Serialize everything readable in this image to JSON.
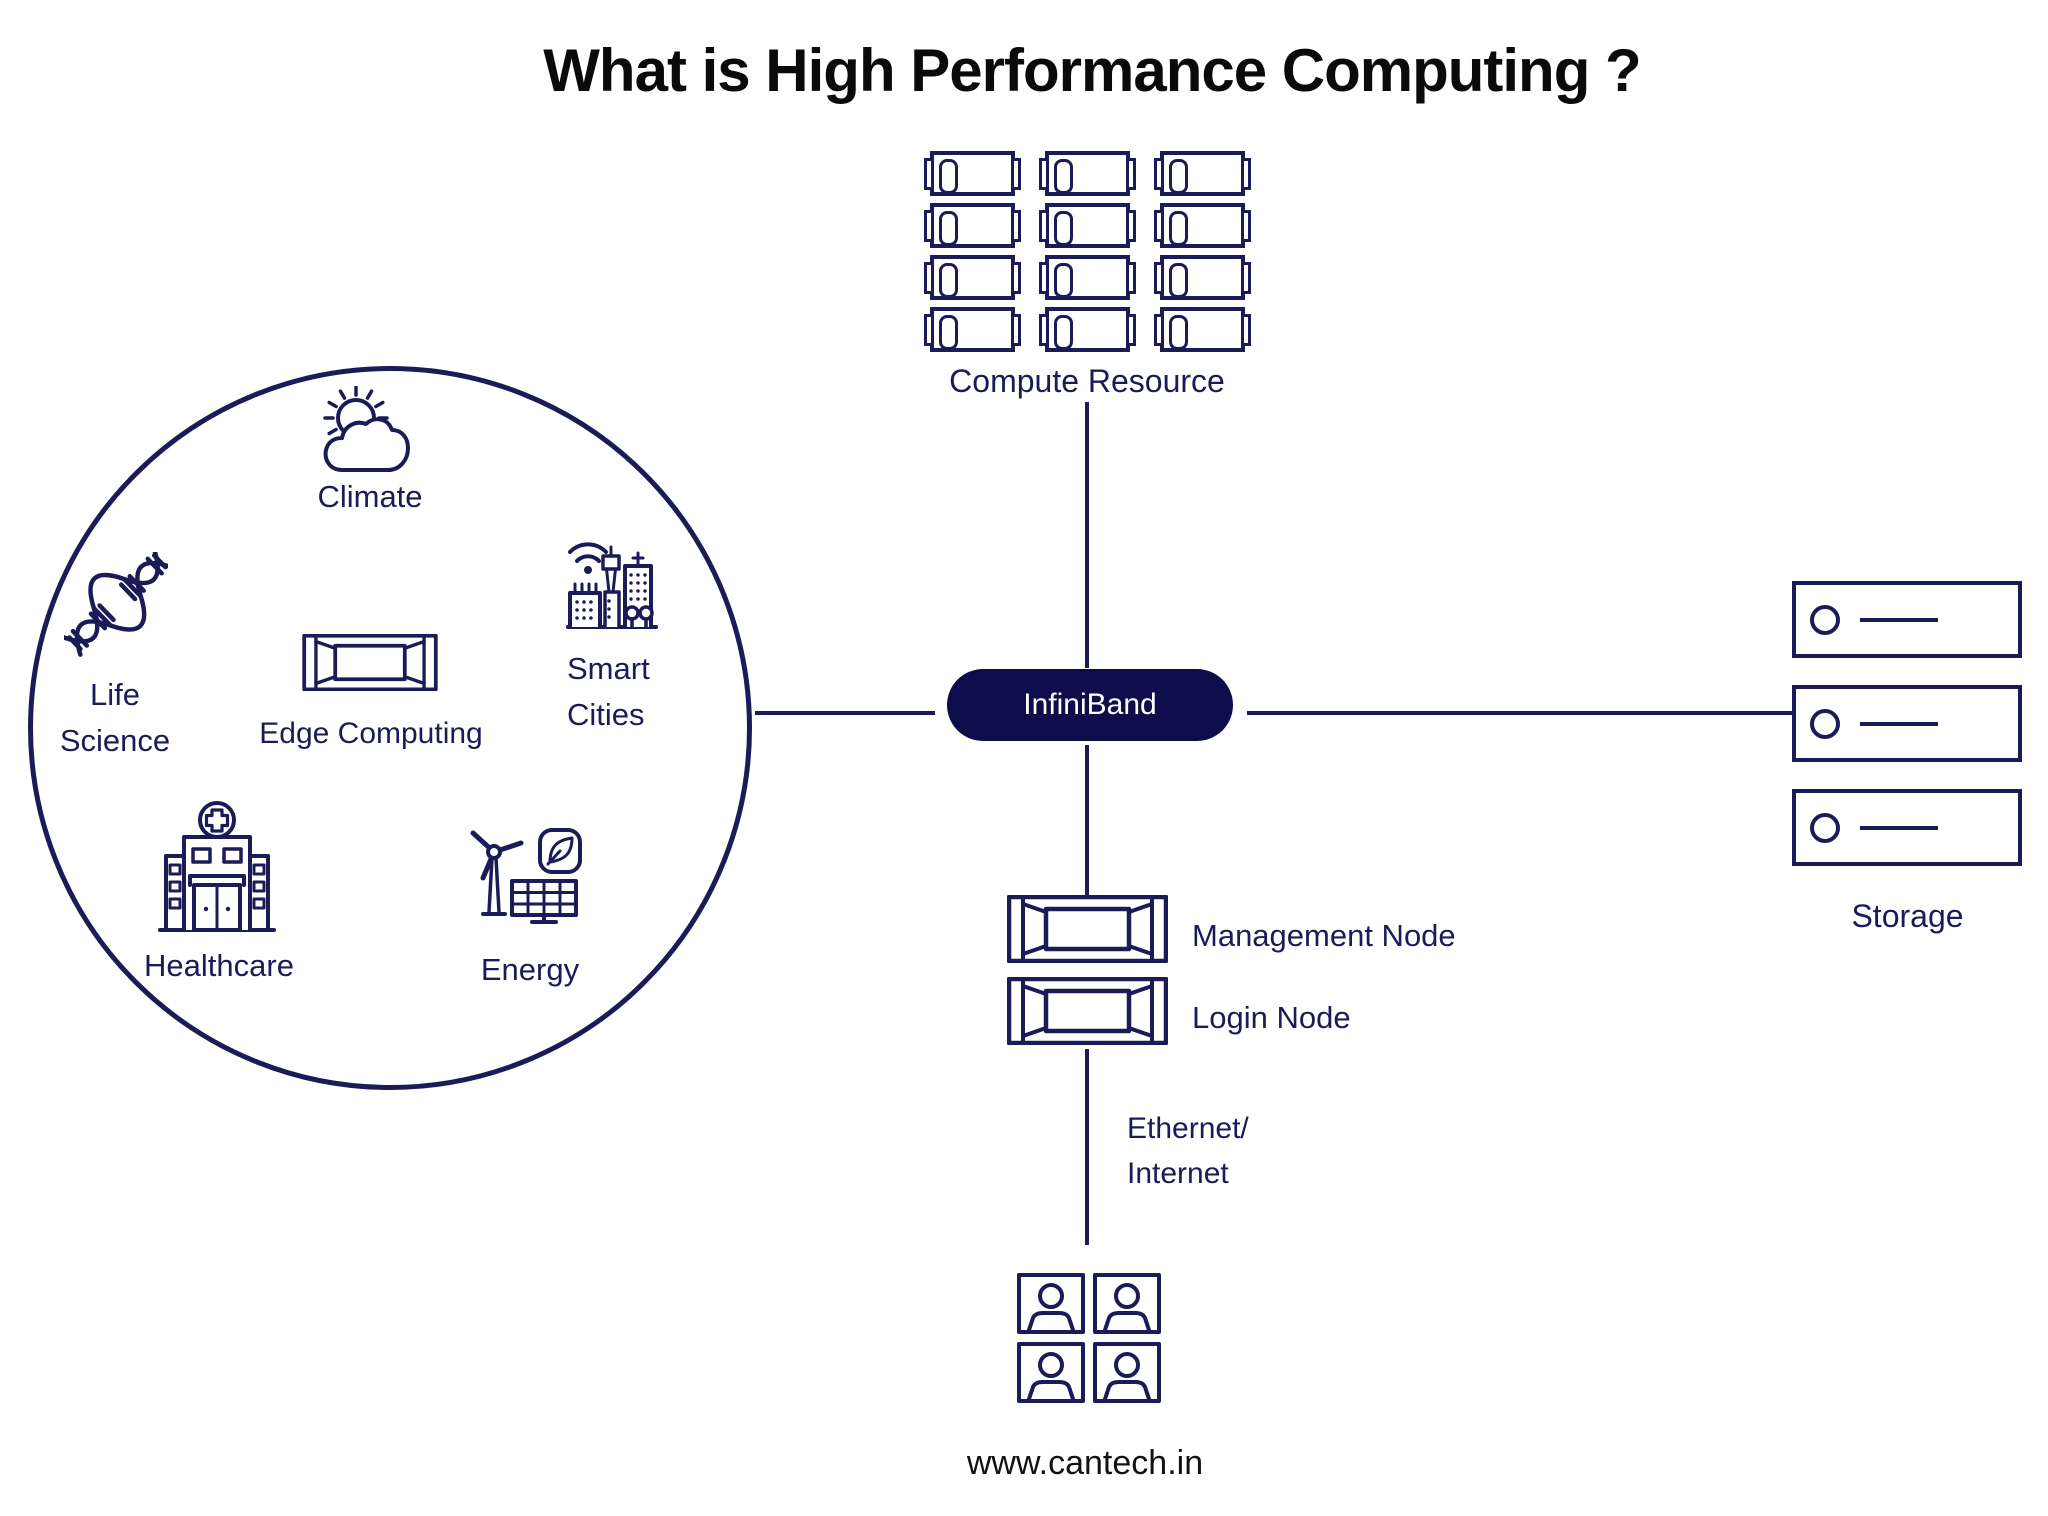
{
  "title": "What is High Performance Computing ?",
  "colors": {
    "navy": "#1b1b58",
    "interconnect_bg": "#0d0d4c",
    "title_color": "#0a0a0a",
    "footer_text": "#121212",
    "background": "#ffffff"
  },
  "applications": {
    "climate": {
      "label": "Climate",
      "icon": "sun-cloud-icon"
    },
    "life_science": {
      "label": "Life\nScience",
      "icon": "dna-icon"
    },
    "edge_computing": {
      "label": "Edge Computing",
      "icon": "edge-server-icon"
    },
    "smart_cities": {
      "label": "Smart\nCities",
      "icon": "smart-city-icon"
    },
    "healthcare": {
      "label": "Healthcare",
      "icon": "hospital-icon"
    },
    "energy": {
      "label": "Energy",
      "icon": "wind-turbine-solar-icon"
    }
  },
  "compute": {
    "label": "Compute Resource",
    "server_count": 12
  },
  "interconnect": {
    "label": "InfiniBand"
  },
  "storage": {
    "label": "Storage",
    "drive_count": 3
  },
  "nodes": {
    "management": "Management Node",
    "login": "Login Node"
  },
  "network": {
    "label": "Ethernet/\nInternet"
  },
  "users": {
    "count": 4,
    "icon": "user-icon"
  },
  "footer": {
    "website": "www.cantech.in"
  }
}
